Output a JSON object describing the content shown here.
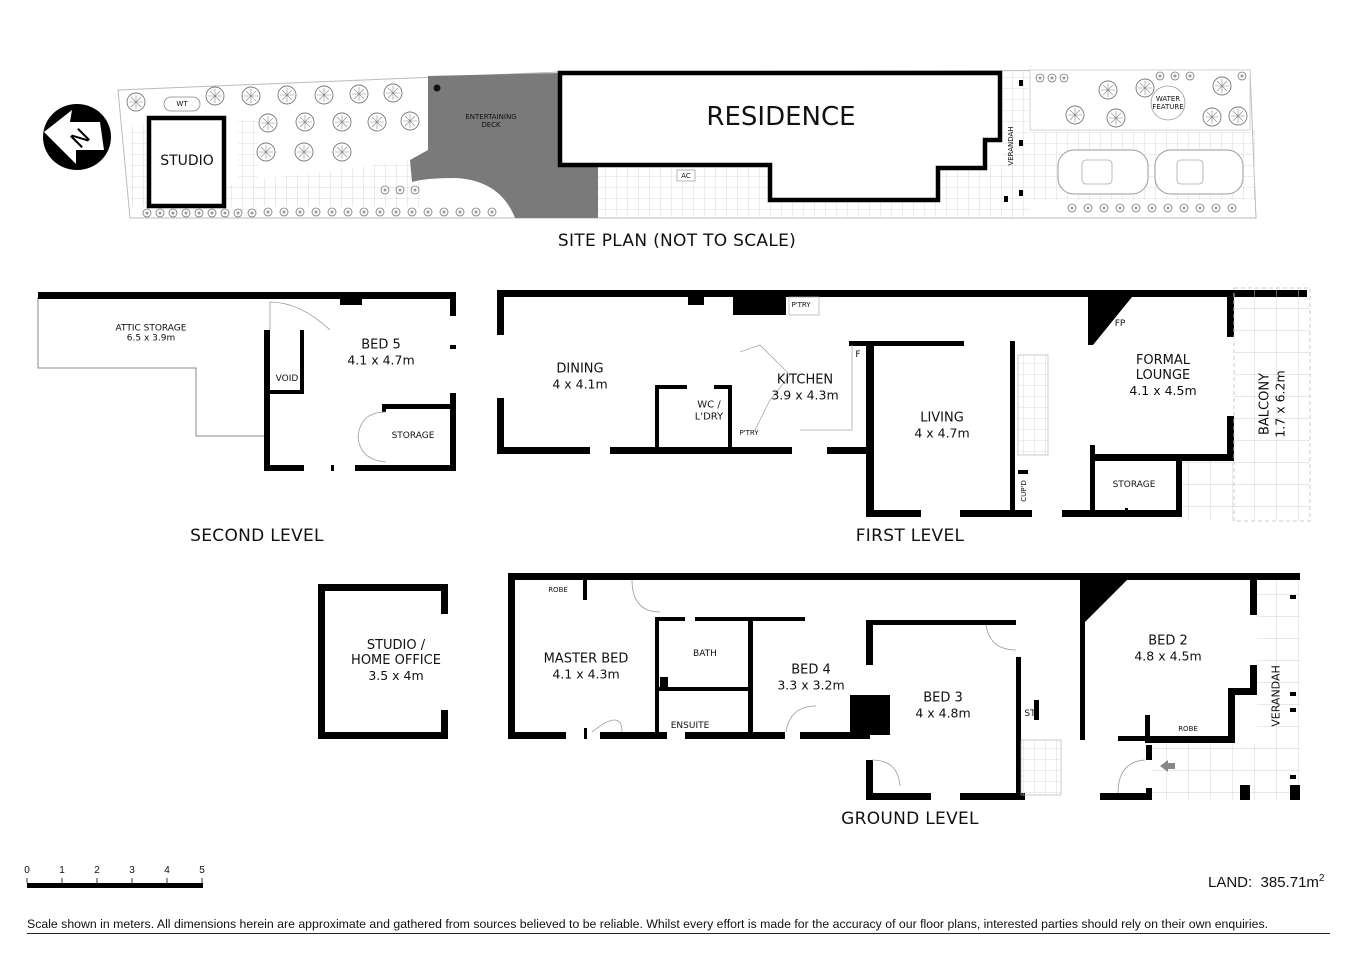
{
  "site_plan": {
    "title": "SITE PLAN (NOT TO SCALE)",
    "compass": {
      "icon": "north-arrow-icon",
      "label": "N"
    },
    "labels": {
      "studio": "STUDIO",
      "wt": "WT",
      "entertaining_deck": [
        "ENTERTAINING",
        "DECK"
      ],
      "residence": "RESIDENCE",
      "ac": "AC",
      "verandah": "VERANDAH",
      "water_feature": [
        "WATER",
        "FEATURE"
      ]
    },
    "colors": {
      "deck": "#7a7a7a",
      "wall": "#000000",
      "grid": "#cfcfcf"
    }
  },
  "second_level": {
    "title": "SECOND LEVEL",
    "rooms": [
      {
        "name": "ATTIC STORAGE",
        "dims": "6.5 x 3.9m"
      },
      {
        "name": "BED 5",
        "dims": "4.1 x 4.7m"
      },
      {
        "name": "VOID",
        "dims": ""
      },
      {
        "name": "STORAGE",
        "dims": ""
      }
    ]
  },
  "first_level": {
    "title": "FIRST LEVEL",
    "rooms": [
      {
        "name": "DINING",
        "dims": "4 x 4.1m"
      },
      {
        "name": "KITCHEN",
        "dims": "3.9 x 4.3m"
      },
      {
        "name": "WC / L'DRY",
        "dims": ""
      },
      {
        "name": "P'TRY",
        "dims": ""
      },
      {
        "name": "P'TRY",
        "dims": ""
      },
      {
        "name": "F",
        "dims": ""
      },
      {
        "name": "LIVING",
        "dims": "4 x 4.7m"
      },
      {
        "name": "FORMAL LOUNGE",
        "dims": "4.1 x 4.5m"
      },
      {
        "name": "FP",
        "dims": ""
      },
      {
        "name": "CUP'D",
        "dims": ""
      },
      {
        "name": "STORAGE",
        "dims": ""
      },
      {
        "name": "BALCONY",
        "dims": "1.7 x 6.2m"
      }
    ]
  },
  "ground_level": {
    "title": "GROUND LEVEL",
    "rooms": [
      {
        "name": "STUDIO / HOME OFFICE",
        "dims": "3.5 x 4m"
      },
      {
        "name": "MASTER BED",
        "dims": "4.1 x 4.3m"
      },
      {
        "name": "ROBE",
        "dims": ""
      },
      {
        "name": "BATH",
        "dims": ""
      },
      {
        "name": "ENSUITE",
        "dims": ""
      },
      {
        "name": "BED 4",
        "dims": "3.3 x 3.2m"
      },
      {
        "name": "BED 3",
        "dims": "4 x 4.8m"
      },
      {
        "name": "ST",
        "dims": ""
      },
      {
        "name": "BED 2",
        "dims": "4.8 x 4.5m"
      },
      {
        "name": "ROBE",
        "dims": ""
      },
      {
        "name": "VERANDAH",
        "dims": ""
      }
    ]
  },
  "scale_bar": {
    "ticks": [
      "0",
      "1",
      "2",
      "3",
      "4",
      "5"
    ],
    "unit": "meters"
  },
  "land": {
    "label": "LAND:",
    "value": "385.71m",
    "sup": "2"
  },
  "disclaimer": "Scale shown in meters. All dimensions herein are approximate and gathered from sources believed to be  reliable. Whilst every effort is made for the accuracy of our floor plans, interested parties should rely on their own enquiries."
}
